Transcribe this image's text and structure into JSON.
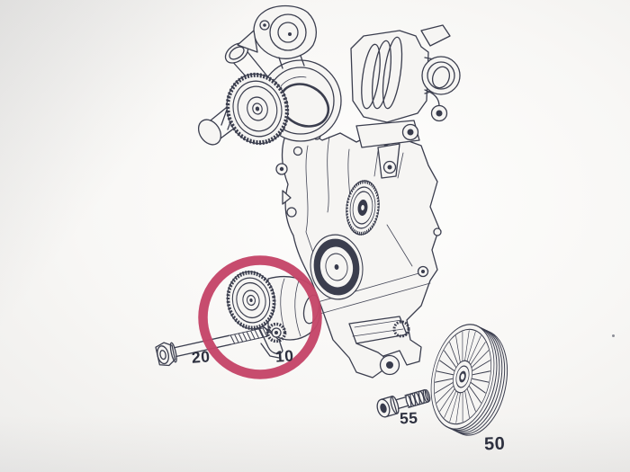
{
  "diagram": {
    "title": "engine-front-cover-exploded-parts-diagram",
    "type": "exploded-parts-diagram",
    "colors": {
      "paper": "#f7f6f4",
      "line": "#3a3d4e",
      "highlight": "#c64568"
    },
    "highlight": {
      "shape": "circle",
      "color": "#c64568",
      "highlights_part": "10"
    },
    "parts": [
      {
        "label": "20",
        "name": "tensioner-mounting-bolt",
        "highlighted": false
      },
      {
        "label": "10",
        "name": "belt-tensioner",
        "highlighted": true
      },
      {
        "label": "55",
        "name": "pulley-center-bolt",
        "highlighted": false
      },
      {
        "label": "50",
        "name": "crankshaft-belt-pulley",
        "highlighted": false
      }
    ]
  }
}
